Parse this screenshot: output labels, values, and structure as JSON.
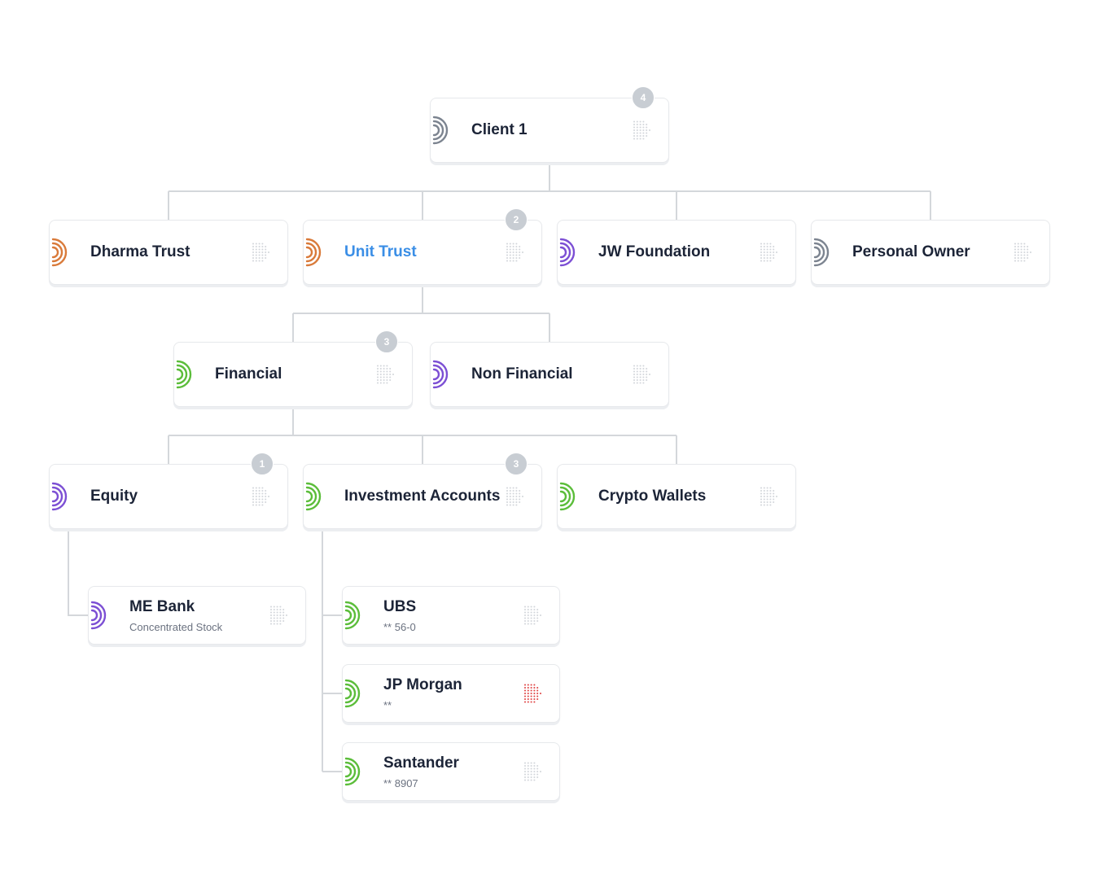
{
  "colors": {
    "gray": "#7c8490",
    "orange": "#d97a3a",
    "purple": "#7c4fd4",
    "green": "#5bbd3a",
    "menu_default": "#d3d6db",
    "menu_alert": "#e04545",
    "line": "#d4d7db",
    "badge": "#c8cdd3"
  },
  "nodes": {
    "client_1": {
      "title": "Client 1",
      "badge": "4",
      "logo": "gray"
    },
    "dharma_trust": {
      "title": "Dharma Trust",
      "logo": "orange"
    },
    "unit_trust": {
      "title": "Unit Trust",
      "badge": "2",
      "logo": "orange"
    },
    "jw_foundation": {
      "title": "JW Foundation",
      "logo": "purple"
    },
    "personal_owner": {
      "title": "Personal Owner",
      "logo": "gray"
    },
    "financial": {
      "title": "Financial",
      "badge": "3",
      "logo": "green"
    },
    "non_financial": {
      "title": "Non Financial",
      "logo": "purple"
    },
    "equity": {
      "title": "Equity",
      "badge": "1",
      "logo": "purple"
    },
    "investment_accounts": {
      "title": "Investment Accounts",
      "badge": "3",
      "logo": "green"
    },
    "crypto_wallets": {
      "title": "Crypto Wallets",
      "logo": "green"
    },
    "me_bank": {
      "title": "ME Bank",
      "subtitle": "Concentrated Stock",
      "logo": "purple"
    },
    "ubs": {
      "title": "UBS",
      "subtitle": "** 56-0",
      "logo": "green"
    },
    "jp_morgan": {
      "title": "JP Morgan",
      "subtitle": "**",
      "logo": "green",
      "menu": "alert"
    },
    "santander": {
      "title": "Santander",
      "subtitle": "** 8907",
      "logo": "green"
    }
  }
}
